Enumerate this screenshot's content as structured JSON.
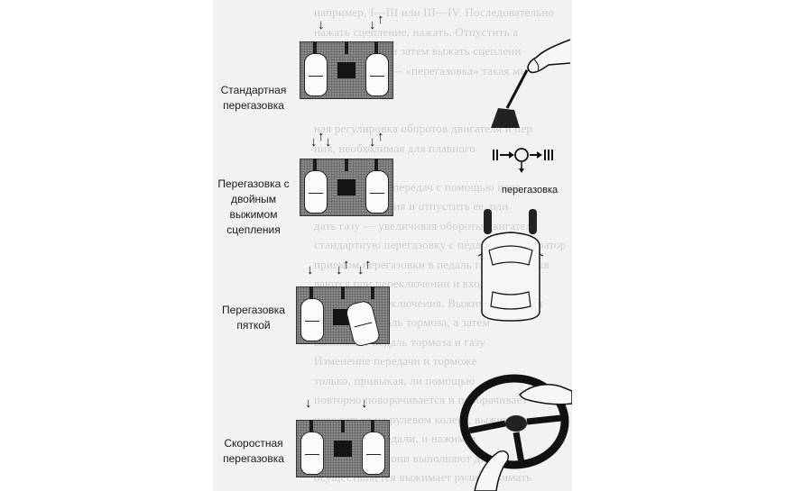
{
  "captions": {
    "standard": [
      "Стандартная",
      "перегазовка"
    ],
    "double_clutch": [
      "Перегазовка с",
      "двойным",
      "выжимом",
      "сцепления"
    ],
    "heel": [
      "Перегазовка",
      "пяткой"
    ],
    "speed": [
      "Скоростная",
      "перегазовка"
    ]
  },
  "shift": {
    "label": "перегазовка",
    "from_gear": "II",
    "to_gear": "III"
  },
  "background_text": [
    "например, I—III или III—IV. Последовательно",
    "нажать сцепление, нажать. Отпустить а",
    "рычаг передач и затем выжать сцеплени",
    "«перегазовка» — «перегазовка» такая мы",
    "",
    "",
    "ная регулировка оборотов двигателя и пер",
    "ния, необходимая для плавного",
    "",
    "Переключение передач с помощью педа",
    "педаль сцепления и отпустить ее, одн",
    "дать газу — увеличивая обороты двигателя",
    "стандартную перегазовку с педалью акселератора",
    "приемом перегазовки в педаль газа. Запаздыв",
    "ваются при переключении и входят в зацеп",
    "двигатель переключения. Выжим сцепления",
    "нажать на педаль тормоза, а затем",
    "выжимают педаль тормоза и газу",
    "  Изменение передачи и торможе",
    "только, привыкая, ли помощью",
    "повторно поворачивается и поворачивает",
    "находиться на рулевом колесе, выжимая",
    "не руле и на педали, и нажимая",
    "двумя ногами, они выполняют двиг",
    "осуществляется выжимает рули нажимать"
  ]
}
